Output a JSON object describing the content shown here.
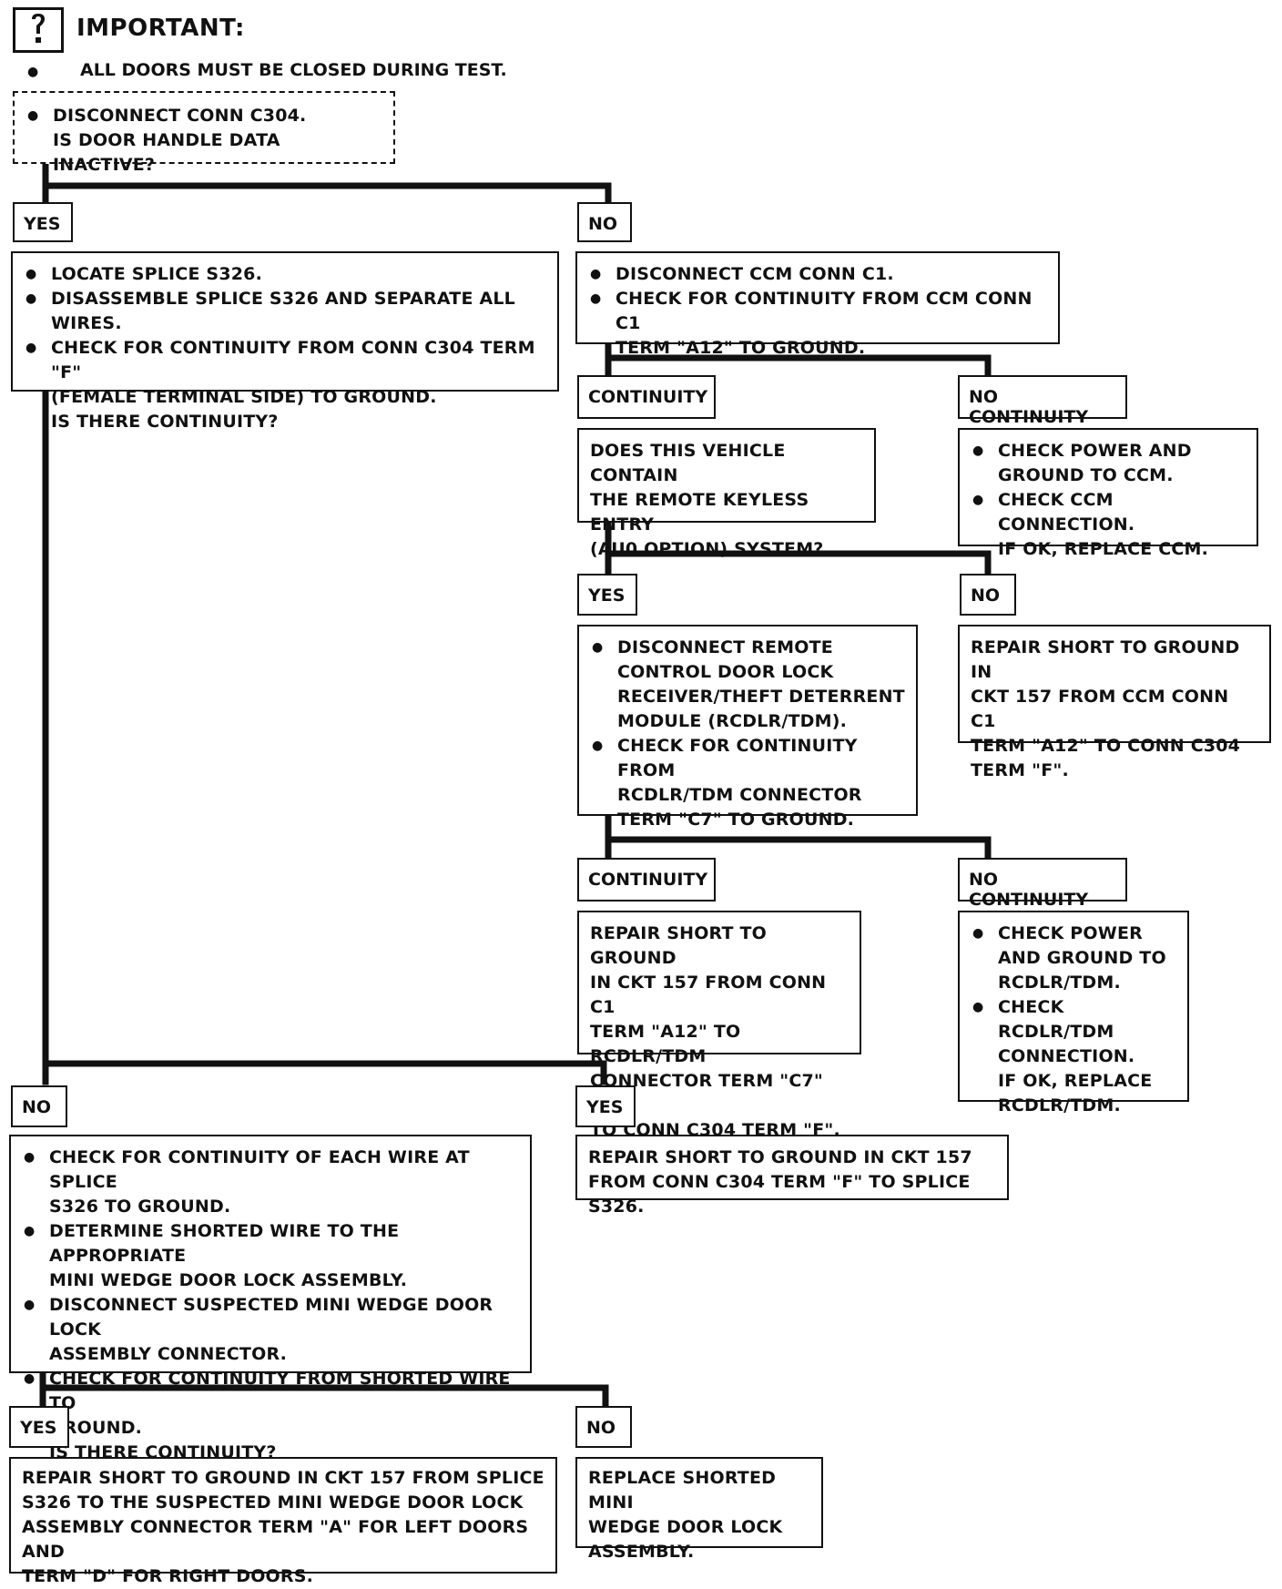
{
  "important": {
    "title": "IMPORTANT:",
    "items": [
      "ALL DOORS MUST BE CLOSED DURING TEST."
    ]
  },
  "start": {
    "items": [
      "DISCONNECT CONN C304."
    ],
    "note": "IS DOOR HANDLE DATA INACTIVE?"
  },
  "labels": {
    "yes_1": "YES",
    "no_1": "NO",
    "continuity_1": "CONTINUITY",
    "no_continuity_1": "NO CONTINUITY",
    "yes_2": "YES",
    "no_2": "NO",
    "continuity_2": "CONTINUITY",
    "no_continuity_2": "NO CONTINUITY",
    "no_3": "NO",
    "yes_3": "YES",
    "yes_4": "YES",
    "no_4": "NO"
  },
  "boxes": {
    "locate_splice": {
      "items": [
        [
          "LOCATE SPLICE S326."
        ],
        [
          "DISASSEMBLE SPLICE S326 AND SEPARATE ALL WIRES."
        ],
        [
          "CHECK FOR CONTINUITY FROM CONN C304 TERM \"F\"",
          "(FEMALE TERMINAL SIDE) TO GROUND."
        ]
      ],
      "note": "IS THERE CONTINUITY?"
    },
    "disconnect_ccm": {
      "items": [
        [
          "DISCONNECT CCM CONN C1."
        ],
        [
          "CHECK FOR CONTINUITY FROM CCM CONN C1",
          "TERM \"A12\" TO GROUND."
        ]
      ]
    },
    "remote_keyless": {
      "lines": [
        "DOES THIS VEHICLE CONTAIN",
        "THE REMOTE KEYLESS ENTRY",
        "(AU0 OPTION) SYSTEM?"
      ]
    },
    "check_power_ccm": {
      "items": [
        [
          "CHECK POWER AND",
          "GROUND TO CCM."
        ],
        [
          "CHECK CCM CONNECTION.",
          "IF OK, REPLACE CCM."
        ]
      ]
    },
    "disconnect_remote": {
      "items": [
        [
          "DISCONNECT REMOTE",
          "CONTROL DOOR LOCK",
          "RECEIVER/THEFT DETERRENT",
          "MODULE (RCDLR/TDM)."
        ],
        [
          "CHECK FOR CONTINUITY FROM",
          "RCDLR/TDM CONNECTOR",
          "TERM \"C7\" TO GROUND."
        ]
      ]
    },
    "repair_ccm_c304": {
      "lines": [
        "REPAIR SHORT TO GROUND IN",
        "CKT 157 FROM CCM CONN C1",
        "TERM \"A12\" TO CONN C304",
        "TERM \"F\"."
      ]
    },
    "repair_rcdlr": {
      "lines": [
        "REPAIR SHORT TO GROUND",
        "IN CKT 157 FROM CONN C1",
        "TERM \"A12\" TO RCDLR/TDM",
        "CONNECTOR TERM \"C7\" OR",
        "TO CONN C304 TERM \"F\"."
      ]
    },
    "check_power_rcdlr": {
      "items": [
        [
          "CHECK POWER",
          "AND GROUND TO",
          "RCDLR/TDM."
        ],
        [
          "CHECK RCDLR/TDM",
          "CONNECTION.",
          "IF OK, REPLACE",
          "RCDLR/TDM."
        ]
      ]
    },
    "check_each_wire": {
      "items": [
        [
          "CHECK FOR CONTINUITY OF EACH WIRE AT SPLICE",
          "S326 TO GROUND."
        ],
        [
          "DETERMINE SHORTED WIRE TO THE APPROPRIATE",
          "MINI WEDGE DOOR LOCK ASSEMBLY."
        ],
        [
          "DISCONNECT SUSPECTED MINI WEDGE DOOR LOCK",
          "ASSEMBLY CONNECTOR."
        ],
        [
          "CHECK FOR CONTINUITY FROM SHORTED WIRE TO",
          "GROUND."
        ]
      ],
      "note": "IS THERE CONTINUITY?"
    },
    "repair_c304_splice": {
      "lines": [
        "REPAIR SHORT TO GROUND IN CKT 157",
        "FROM CONN C304 TERM \"F\" TO SPLICE S326."
      ]
    },
    "repair_splice_mini": {
      "lines": [
        "REPAIR SHORT TO GROUND IN CKT 157 FROM SPLICE",
        "S326 TO THE SUSPECTED MINI WEDGE DOOR LOCK",
        "ASSEMBLY CONNECTOR TERM \"A\" FOR LEFT DOORS AND",
        "TERM \"D\" FOR RIGHT DOORS."
      ]
    },
    "replace_mini": {
      "lines": [
        "REPLACE SHORTED MINI",
        "WEDGE DOOR LOCK",
        "ASSEMBLY."
      ]
    }
  }
}
